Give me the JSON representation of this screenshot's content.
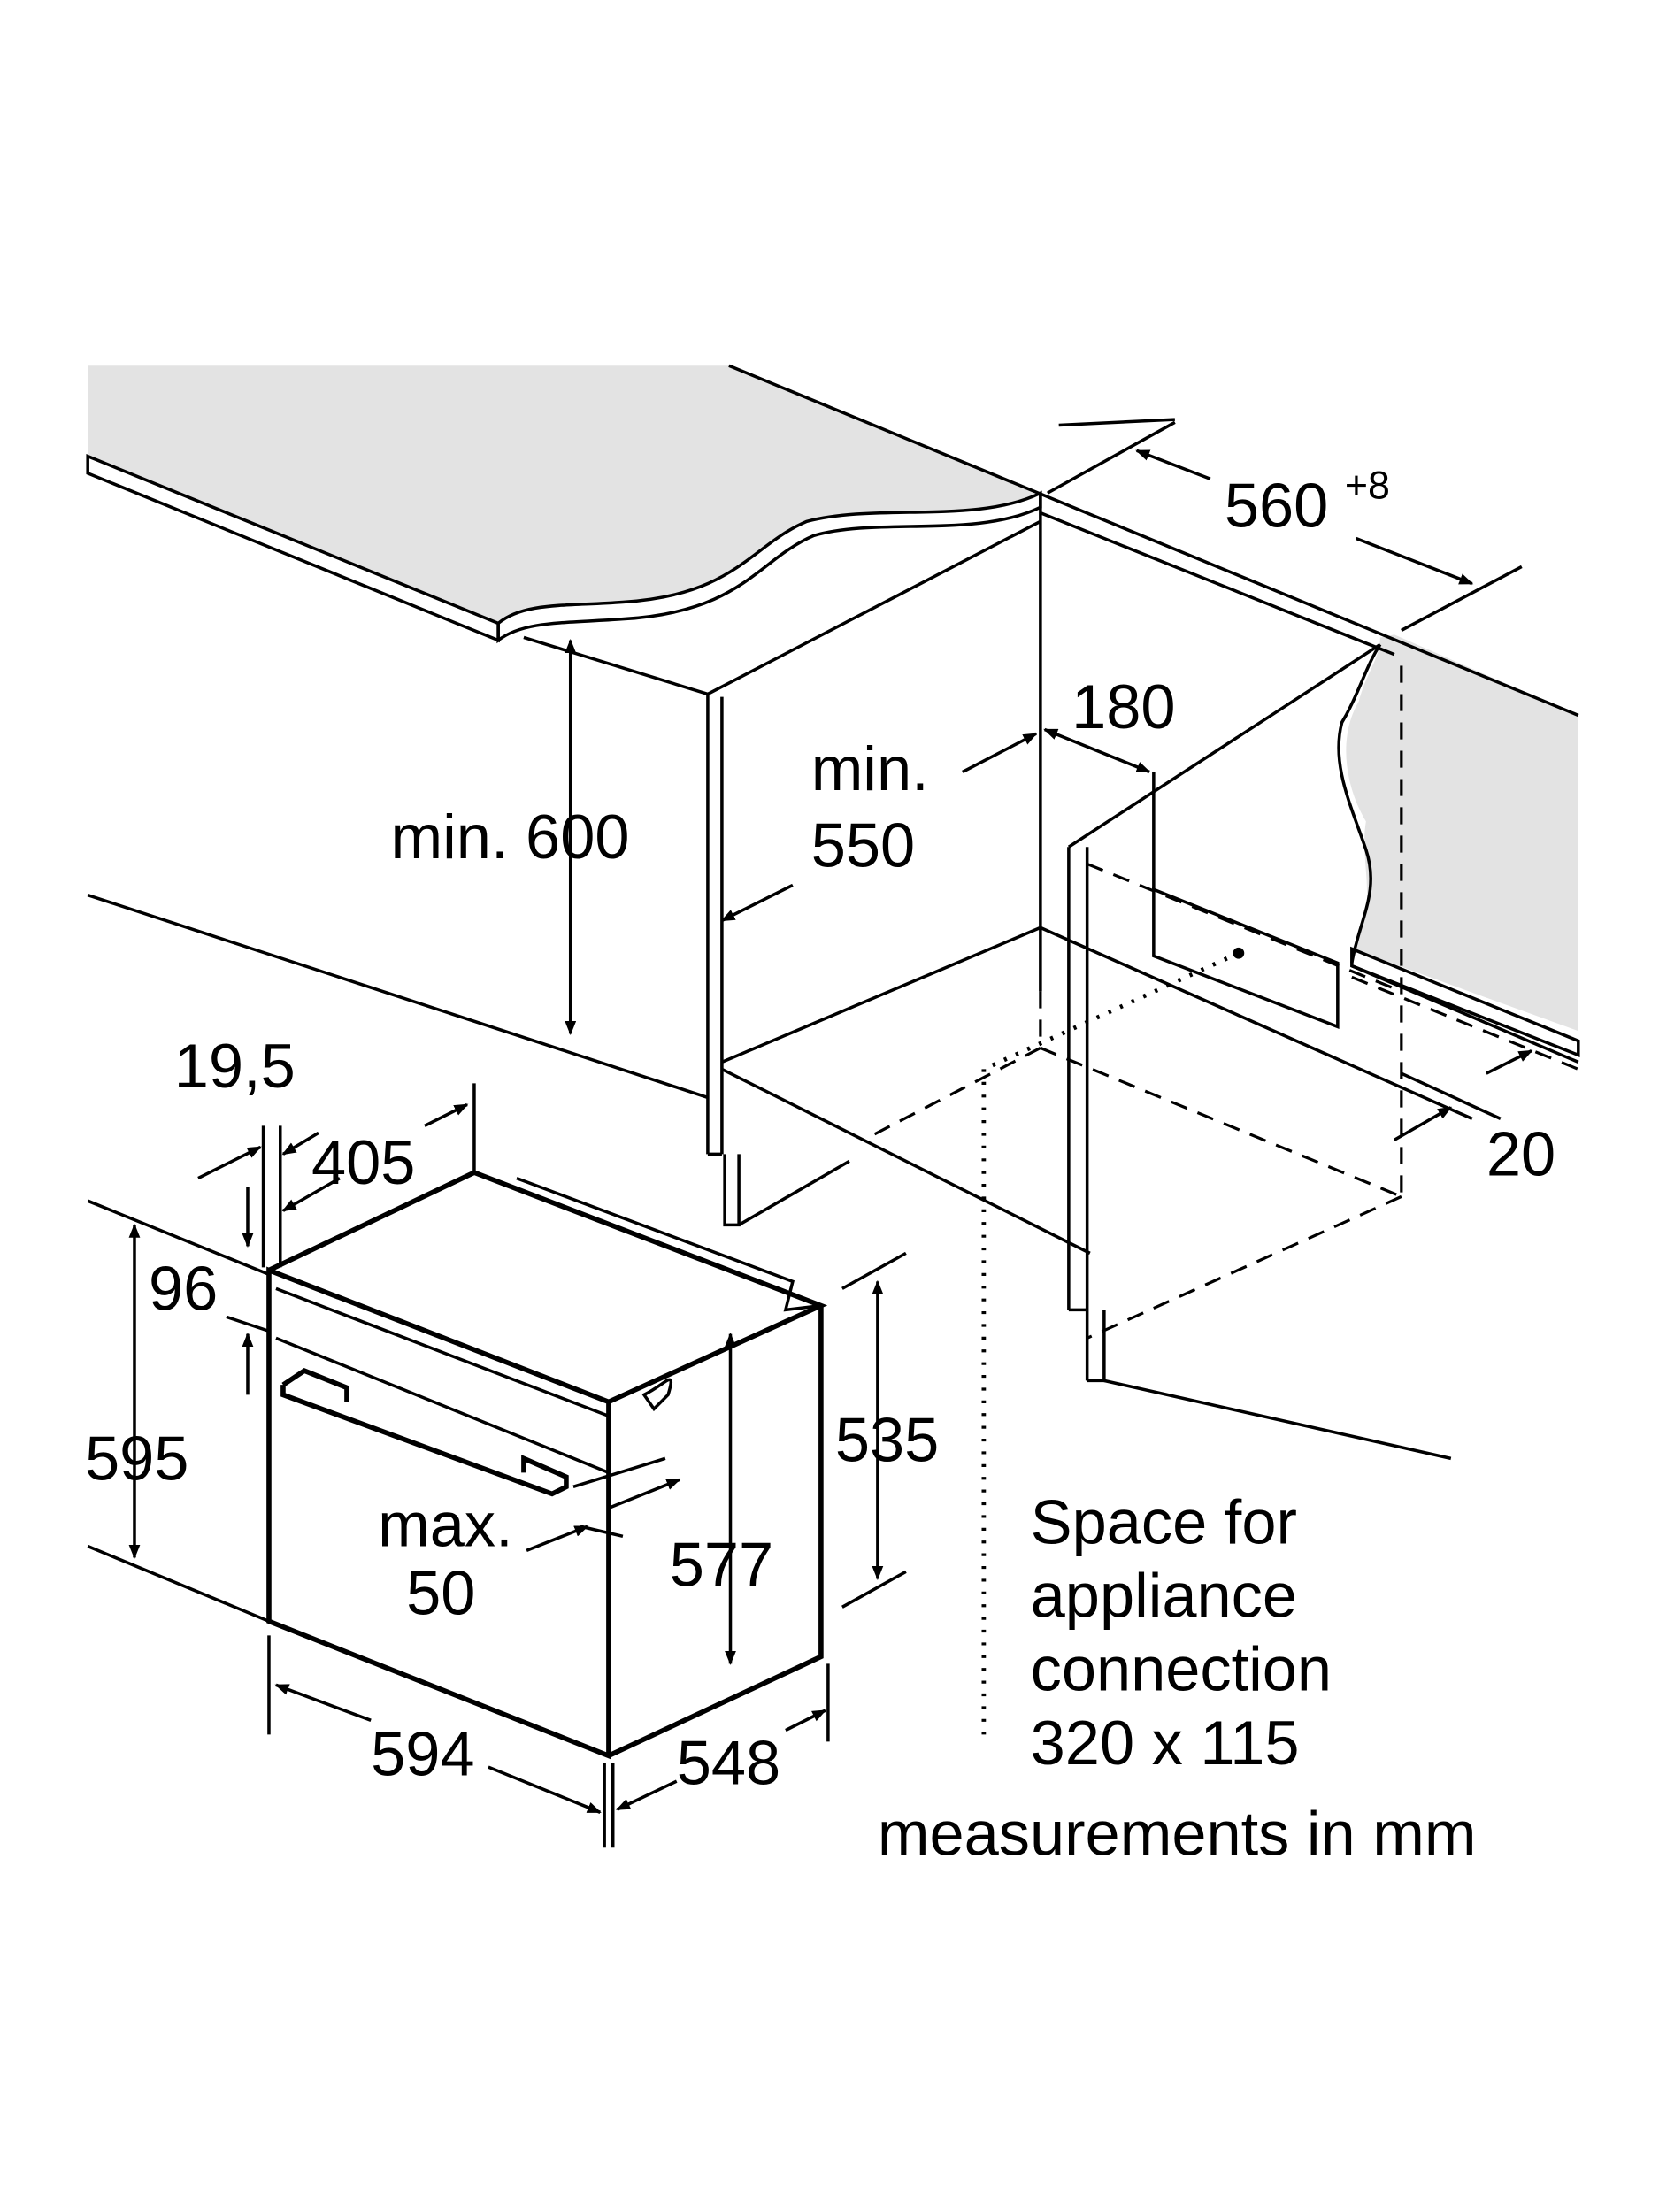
{
  "labels": {
    "min_600": "min. 600",
    "min_550_line1": "min.",
    "min_550_line2": "550",
    "width_560": "560",
    "width_560_tol": "+8",
    "d180": "180",
    "d20": "20",
    "d19_5": "19,5",
    "d405": "405",
    "d96": "96",
    "d595": "595",
    "d535": "535",
    "d577": "577",
    "max50_line1": "max.",
    "max50_line2": "50",
    "d594": "594",
    "d548": "548"
  },
  "note": {
    "line1": "Space for",
    "line2": "appliance",
    "line3": "connection",
    "line4": "320 x 115"
  },
  "footer": "measurements in mm",
  "colors": {
    "countertop": "#e3e3e3",
    "edge": "#c8c8c8"
  }
}
